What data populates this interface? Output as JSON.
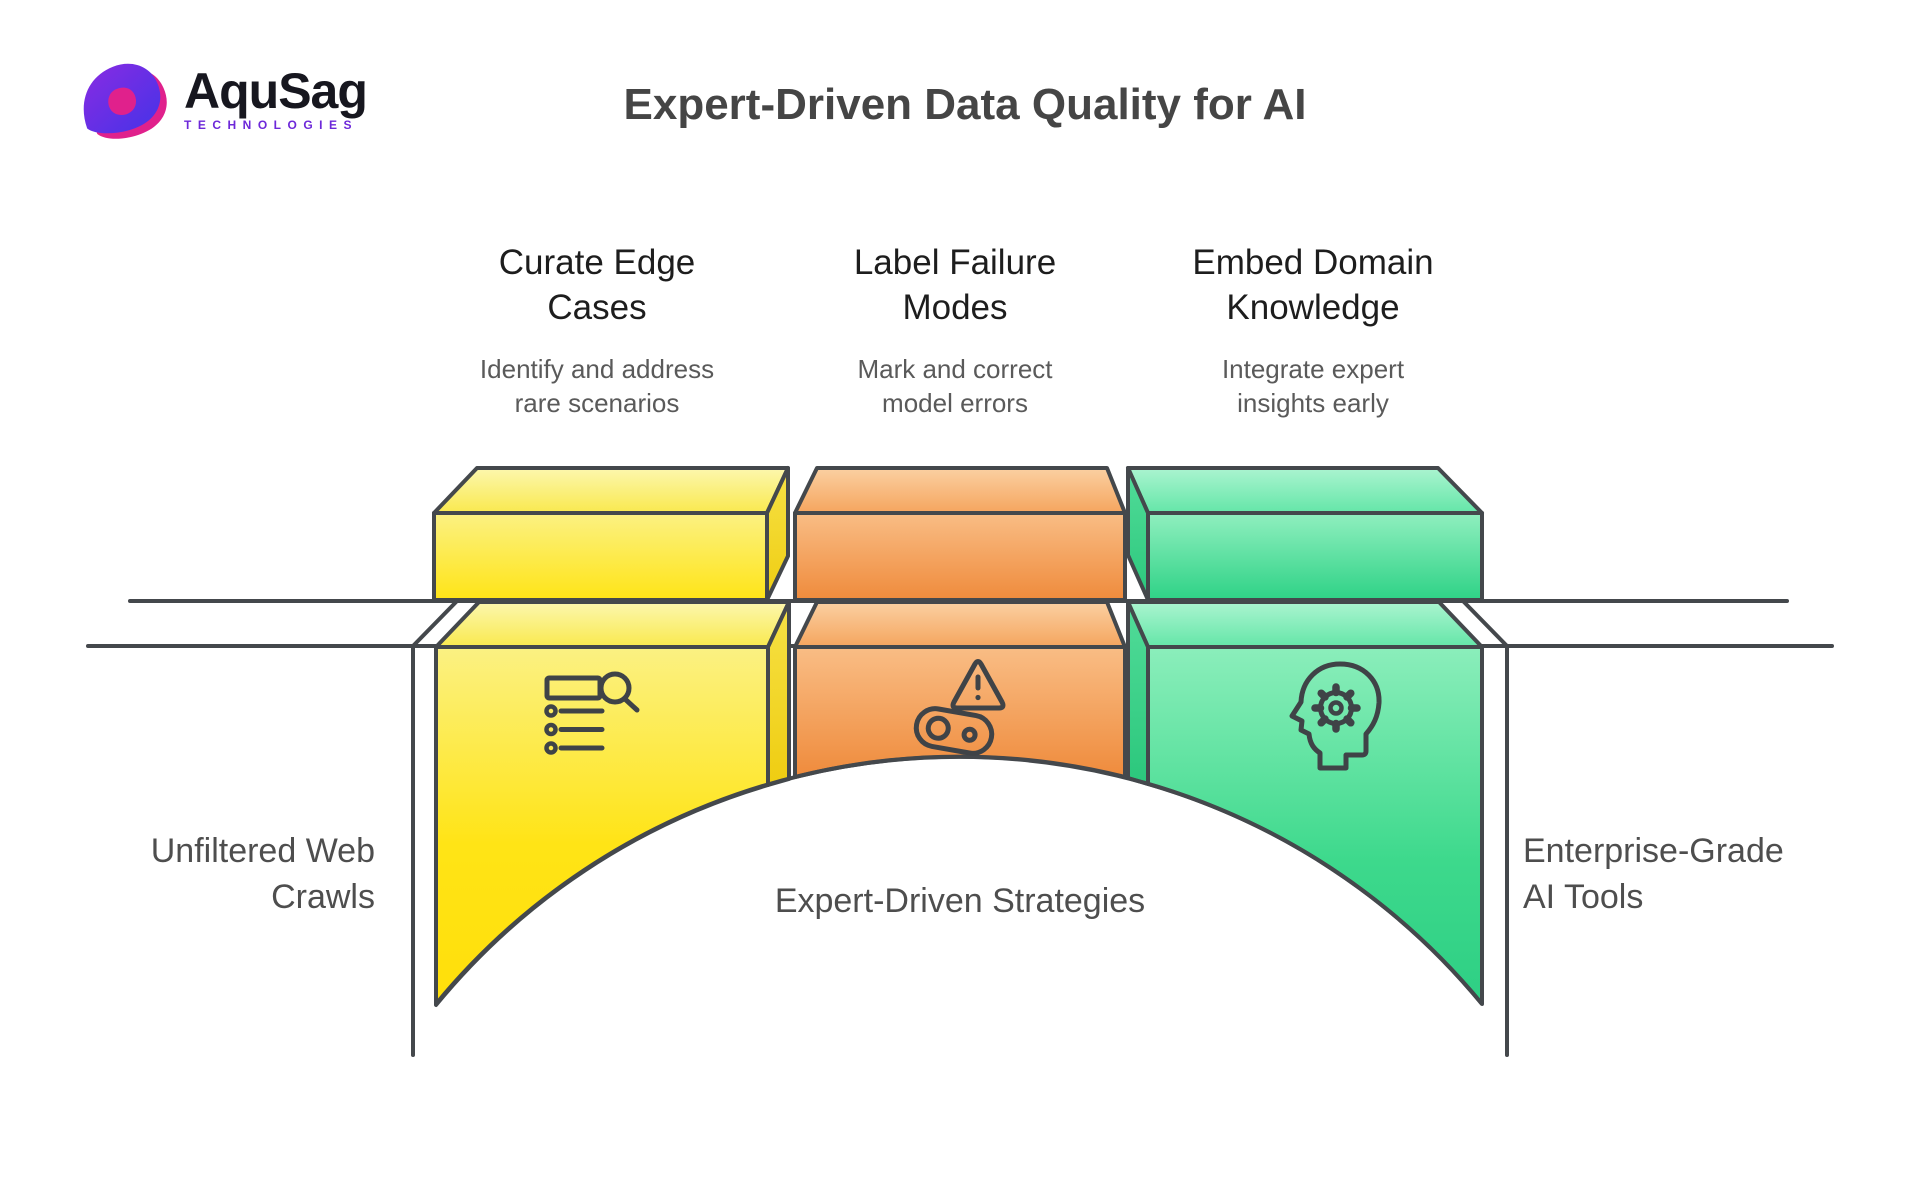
{
  "palette": {
    "outline": "#44484C",
    "yellow": "#FFE426",
    "orange": "#F2994A",
    "green": "#3DD98C",
    "logo_purple": "#6D28D9",
    "logo_pink": "#E0218C",
    "title_color": "#454545",
    "heading_color": "#1D1D1D",
    "subtitle_color": "#5A5A5A",
    "label_color": "#4E4E4E"
  },
  "header": {
    "logo_name": "AquSag",
    "logo_tagline": "TECHNOLOGIES",
    "logo_icon": "aqusag-swirl-icon",
    "title": "Expert-Driven Data Quality for AI"
  },
  "columns": [
    {
      "title_line1": "Curate Edge",
      "title_line2": "Cases",
      "desc_line1": "Identify and address",
      "desc_line2": "rare scenarios",
      "icon": "list-search-icon",
      "color": "#FFE426"
    },
    {
      "title_line1": "Label Failure",
      "title_line2": "Modes",
      "desc_line1": "Mark and correct",
      "desc_line2": "model errors",
      "icon": "warning-tag-icon",
      "color": "#F2994A"
    },
    {
      "title_line1": "Embed Domain",
      "title_line2": "Knowledge",
      "desc_line1": "Integrate expert",
      "desc_line2": "insights early",
      "icon": "head-gear-icon",
      "color": "#3DD98C"
    }
  ],
  "bridge": {
    "left_label_line1": "Unfiltered Web",
    "left_label_line2": "Crawls",
    "center_label": "Expert-Driven Strategies",
    "right_label_line1": "Enterprise-Grade",
    "right_label_line2": "AI Tools"
  }
}
